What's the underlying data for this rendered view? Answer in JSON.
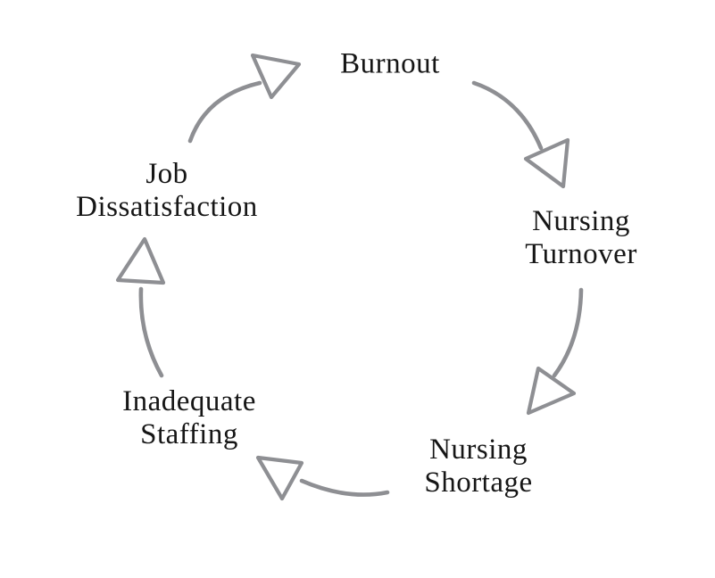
{
  "colors": {
    "background": "#ffffff",
    "text": "#161616",
    "arrow": "#8e8f93"
  },
  "nodes": {
    "burnout": {
      "line1": "Burnout"
    },
    "nursing_turnover": {
      "line1": "Nursing",
      "line2": "Turnover"
    },
    "nursing_shortage": {
      "line1": "Nursing",
      "line2": "Shortage"
    },
    "inadequate_staffing": {
      "line1": "Inadequate",
      "line2": "Staffing"
    },
    "job_dissatisfaction": {
      "line1": "Job",
      "line2": "Dissatisfaction"
    }
  },
  "cycle_order": [
    "Burnout",
    "Nursing Turnover",
    "Nursing Shortage",
    "Inadequate Staffing",
    "Job Dissatisfaction"
  ]
}
